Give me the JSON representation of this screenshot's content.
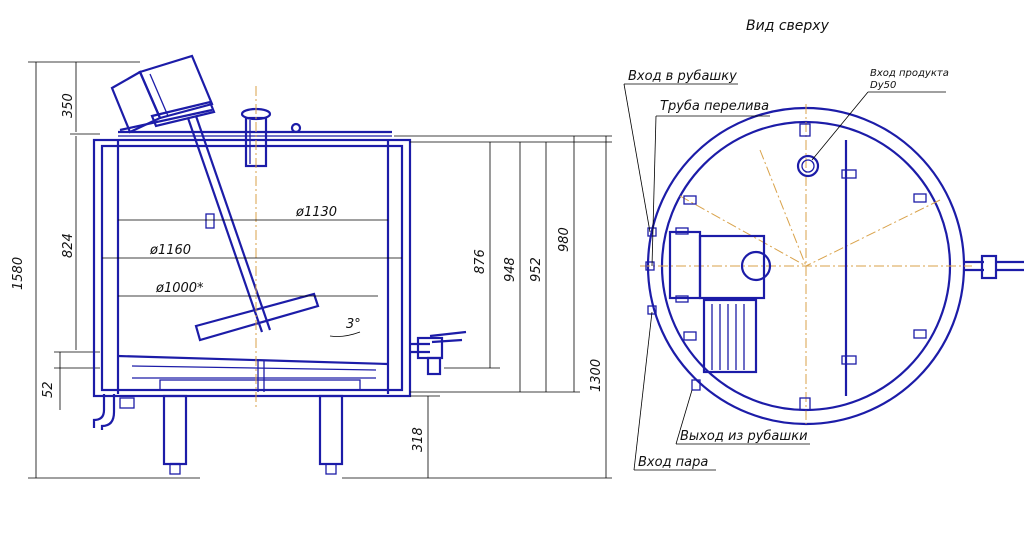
{
  "view_title": "Вид сверху",
  "side_view": {
    "dims": {
      "d1130": "ø1130",
      "d1160": "ø1160",
      "d1000": "ø1000*",
      "angle": "3°",
      "h350": "350",
      "h824": "824",
      "h1580": "1580",
      "h52": "52",
      "h876": "876",
      "h948": "948",
      "h952": "952",
      "h980": "980",
      "h1300": "1300",
      "h318": "318"
    }
  },
  "top_view": {
    "labels": {
      "jacket_inlet": "Вход в рубашку",
      "overflow_pipe": "Труба перелива",
      "product_inlet": "Вход продукта",
      "product_inlet_dn": "Dy50",
      "jacket_outlet": "Выход из рубашки",
      "steam_inlet": "Вход пара"
    }
  }
}
